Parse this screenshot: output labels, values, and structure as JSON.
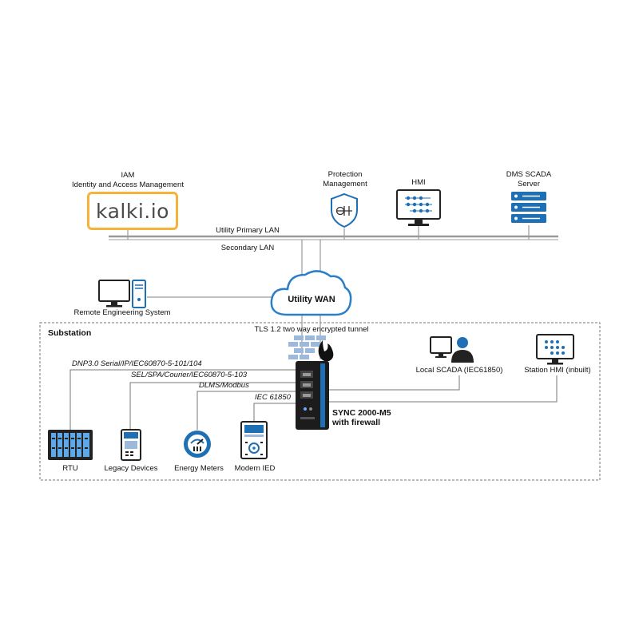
{
  "iam": {
    "title_line1": "IAM",
    "title_line2": "Identity and Access Management",
    "logo_text": "kalki.io",
    "logo_border_color": "#f5b33a"
  },
  "protection": {
    "line1": "Protection",
    "line2": "Management"
  },
  "hmi": {
    "label": "HMI"
  },
  "dms": {
    "line1": "DMS SCADA",
    "line2": "Server"
  },
  "lan": {
    "primary": "Utility Primary LAN",
    "secondary": "Secondary LAN"
  },
  "remote": {
    "label": "Remote Engineering System"
  },
  "wan": {
    "label": "Utility WAN"
  },
  "substation": {
    "title": "Substation",
    "tunnel": "TLS 1.2 two way encrypted tunnel",
    "protocols": [
      "DNP3.0 Serial/IP/IEC60870-5-101/104",
      "SEL/SPA/Courier/IEC60870-5-103",
      "DLMS/Modbus",
      "IEC 61850"
    ],
    "gateway_line1": "SYNC 2000-M5",
    "gateway_line2": "with firewall",
    "local_scada": "Local SCADA (IEC61850)",
    "station_hmi": "Station HMI (inbuilt)",
    "devices": {
      "rtu": "RTU",
      "legacy": "Legacy Devices",
      "meters": "Energy Meters",
      "ied": "Modern IED"
    }
  },
  "colors": {
    "icon_blue": "#1f6fb5",
    "wan_blue": "#2b7fc9",
    "line_gray": "#8a8a8a",
    "brick_blue": "#9db8dd"
  }
}
